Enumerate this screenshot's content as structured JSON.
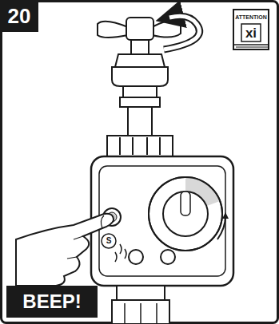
{
  "diagram": {
    "nodes": [
      {
        "text": [
          "20"
        ]
      },
      {
        "text": [
          "ATTENTION",
          "xi"
        ]
      },
      {
        "text": [
          "BEEP!"
        ]
      }
    ],
    "labels": [
      "S"
    ]
  }
}
